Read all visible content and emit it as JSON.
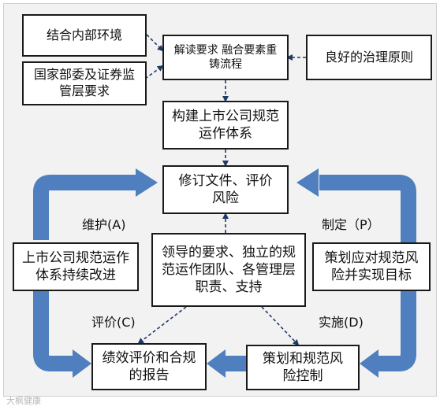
{
  "nodes": {
    "context": "结合内部环境",
    "regulator": "国家部委及证券监管层要求",
    "interpret": "解读要求 融合要素重铸流程",
    "principles": "良好的治理原则",
    "build": "构建上市公司规范运作体系",
    "revise": "修订文件、评价风险",
    "leadership": "领导的要求、独立的规范运作团队、各管理层职责、支持",
    "improve": "上市公司规范运作体系持续改进",
    "plan": "策划应对规范风险并实现目标",
    "report": "绩效评价和合规的报告",
    "control": "策划和规范风险控制"
  },
  "labels": {
    "maintain": "维护(A)",
    "formulate": "制定（P）",
    "evaluate": "评价(C)",
    "implement": "实施(D)"
  },
  "watermark": "大枫健康",
  "colors": {
    "arrow_blue": "#4f7fbe",
    "dash_navy": "#1f3a66",
    "box_border": "#1a1a1a",
    "background": "#f2f2f2"
  }
}
